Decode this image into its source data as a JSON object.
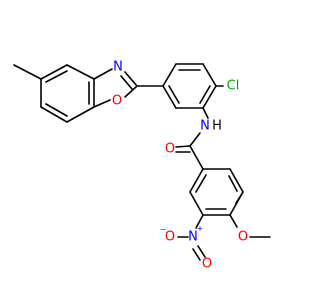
{
  "molecule": {
    "atom_labels": {
      "oxazole_n": "N",
      "oxazole_o": "O",
      "chlorine": "Cl",
      "amide_nh": "N",
      "amide_h": "H",
      "carbonyl_o": "O",
      "nitro_n": "N",
      "nitro_o_upper": "O",
      "nitro_o_lower": "O",
      "methoxy_o": "O"
    },
    "charges": {
      "nitro_n": "+",
      "nitro_o_minus": "−"
    },
    "colors": {
      "bond": "#000000",
      "nitrogen": "#0000ff",
      "oxygen": "#ff0000",
      "chlorine": "#00aa00",
      "hydrogen_on_n": "#000000"
    }
  }
}
